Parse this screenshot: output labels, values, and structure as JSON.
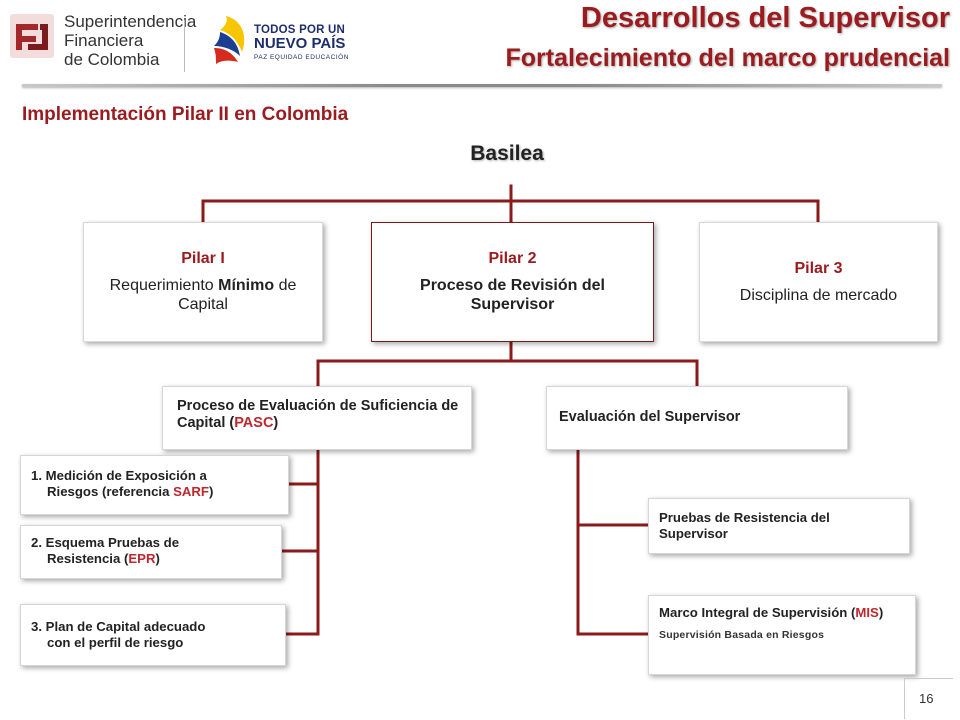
{
  "header": {
    "org_name_lines": [
      "Superintendencia",
      "Financiera",
      "de Colombia"
    ],
    "gov_logo_lines": [
      "TODOS POR UN",
      "NUEVO PAÍS",
      "PAZ  EQUIDAD  EDUCACIÓN"
    ],
    "title": "Desarrollos del Supervisor",
    "subtitle": "Fortalecimiento del marco prudencial"
  },
  "section_title": "Implementación Pilar II en Colombia",
  "root": "Basilea",
  "pillars": [
    {
      "title": "Pilar I",
      "desc_parts": [
        "Requerimiento ",
        "Mínimo",
        " de Capital"
      ]
    },
    {
      "title": "Pilar 2",
      "desc": "Proceso de Revisión del Supervisor"
    },
    {
      "title": "Pilar 3",
      "desc": "Disciplina de mercado"
    }
  ],
  "pasc": {
    "text_before": "Proceso de Evaluación de Suficiencia de Capital (",
    "acronym": "PASC",
    "text_after": ")"
  },
  "evaluacion": {
    "text": "Evaluación del Supervisor"
  },
  "pasc_items": [
    {
      "line1": "1. Medición de Exposición a",
      "line2_before": "Riesgos (referencia ",
      "acronym": "SARF",
      "line2_after": ")"
    },
    {
      "line1": "2. Esquema Pruebas de",
      "line2_before": "Resistencia (",
      "acronym": "EPR",
      "line2_after": ")"
    },
    {
      "line1": "3. Plan de Capital adecuado",
      "line2": "con el perfil de riesgo"
    }
  ],
  "eval_items": [
    {
      "text": "Pruebas de Resistencia del Supervisor"
    },
    {
      "text_before": "Marco Integral de Supervisión (",
      "acronym": "MIS",
      "text_after": ")",
      "sub": "Supervisión Basada en Riesgos"
    }
  ],
  "page_number": "16",
  "colors": {
    "accent": "#9b1b1e",
    "acronym": "#c0272d",
    "connector": "#8b1a1a"
  }
}
